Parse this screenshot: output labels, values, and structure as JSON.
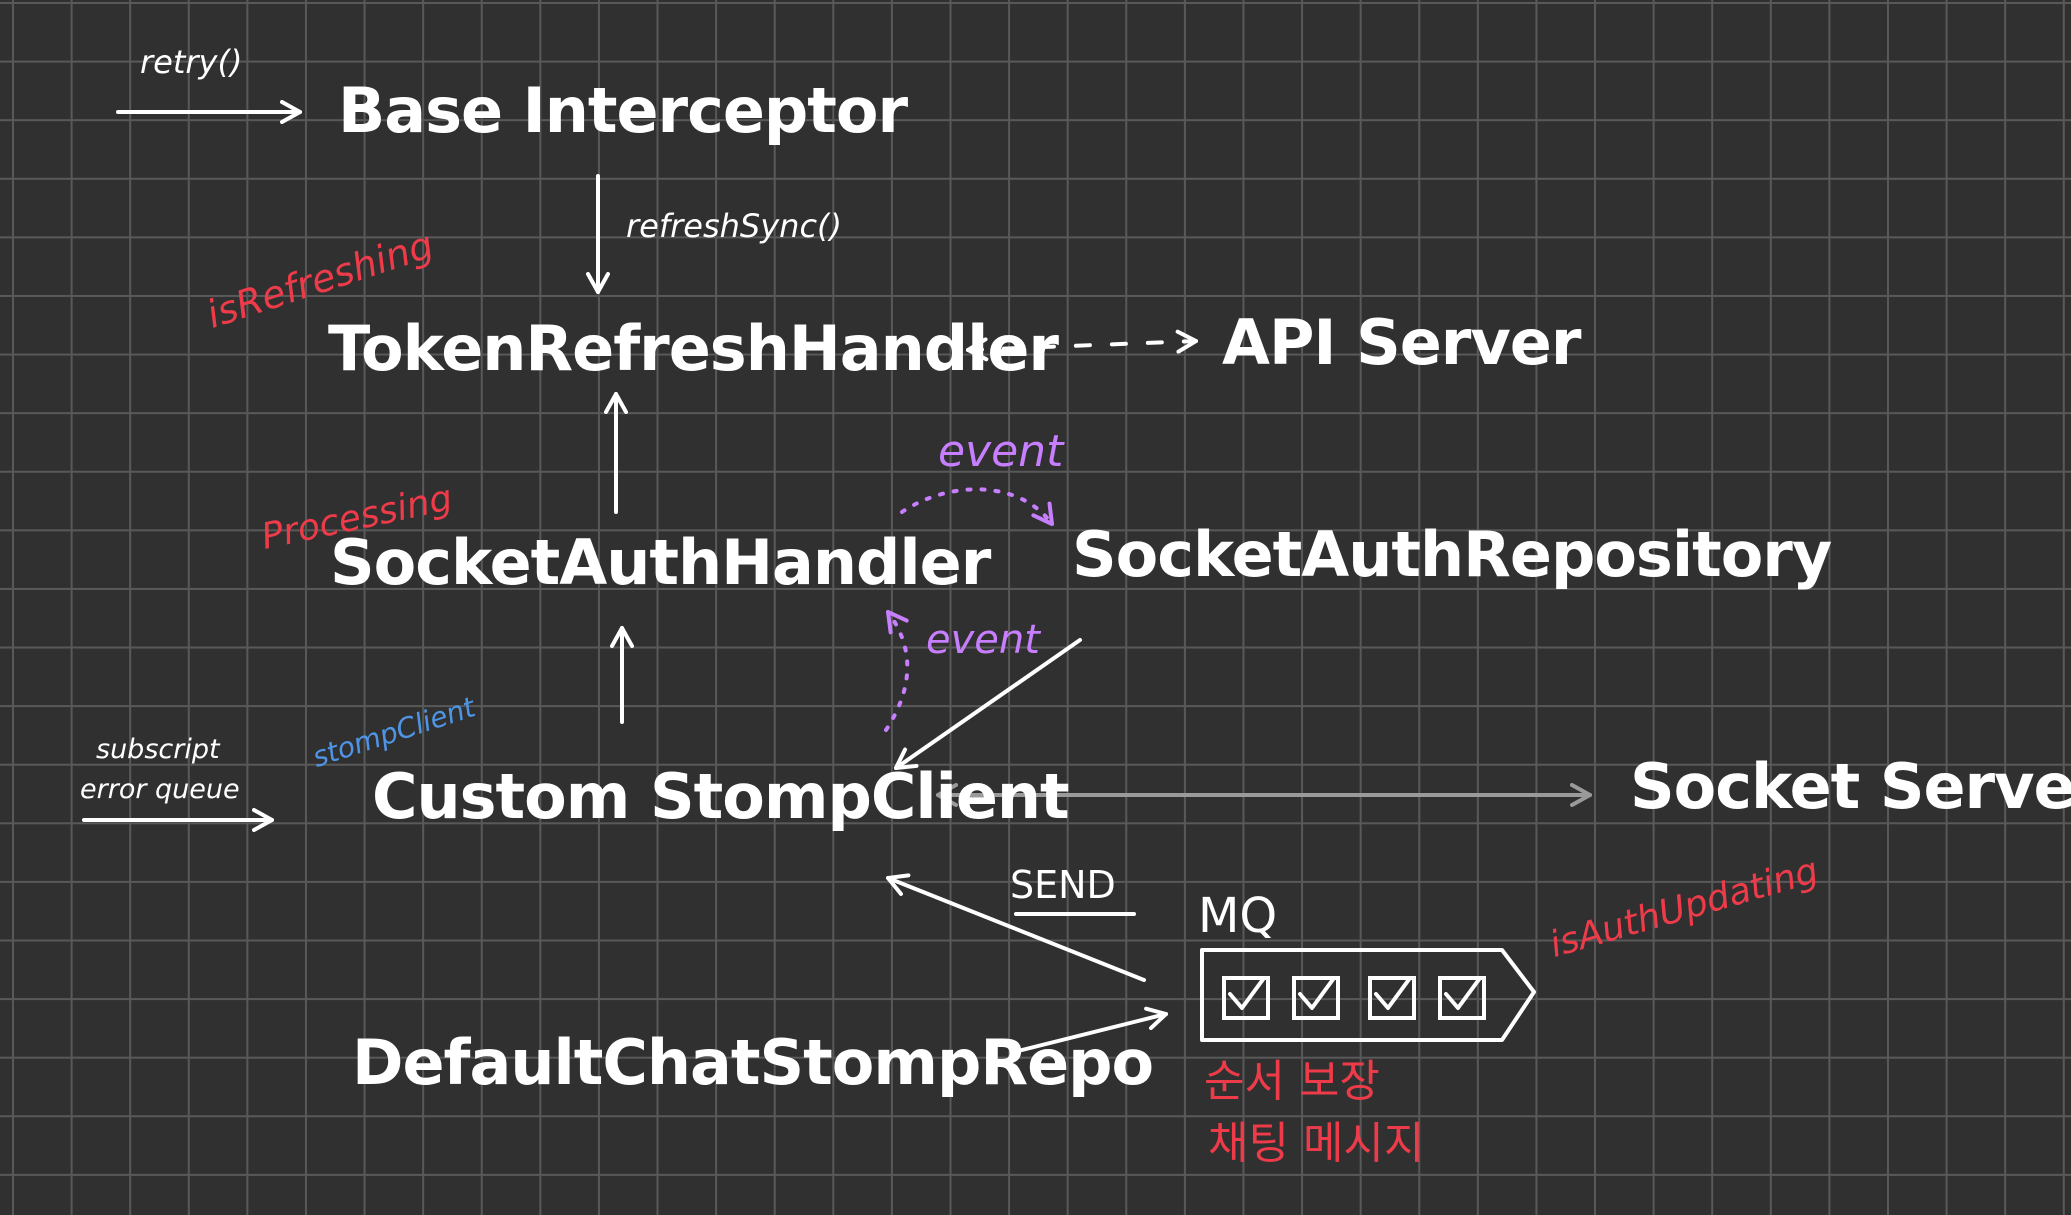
{
  "nodes": {
    "base_interceptor": "Base Interceptor",
    "token_refresh_handler": "TokenRefreshHandler",
    "api_server": "API Server",
    "socket_auth_handler": "SocketAuthHandler",
    "socket_auth_repository": "SocketAuthRepository",
    "custom_stomp_client": "Custom StompClient",
    "socket_server": "Socket Server",
    "default_chat_stomp_repo": "DefaultChatStompRepo",
    "mq": "MQ"
  },
  "edge_labels": {
    "retry": "retry()",
    "refresh_sync": "refreshSync()",
    "event_top": "event",
    "event_bottom": "event",
    "send": "SEND",
    "subscript": "subscript",
    "error_queue": "error queue"
  },
  "annotations": {
    "is_refreshing": "isRefreshing",
    "processing": "Processing",
    "stomp_client": "stompClient",
    "is_auth_updating": "isAuthUpdating",
    "note_line1": "순서 보장",
    "note_line2": "채팅 메시지"
  },
  "queue": {
    "slots": 4
  },
  "colors": {
    "background": "#303030",
    "grid": "#595959",
    "ink": "#ffffff",
    "red_note": "#ee3b4a",
    "purple_note": "#c77fff",
    "blue_note": "#4f95e6",
    "gray_arrow": "#9a9a9a"
  }
}
